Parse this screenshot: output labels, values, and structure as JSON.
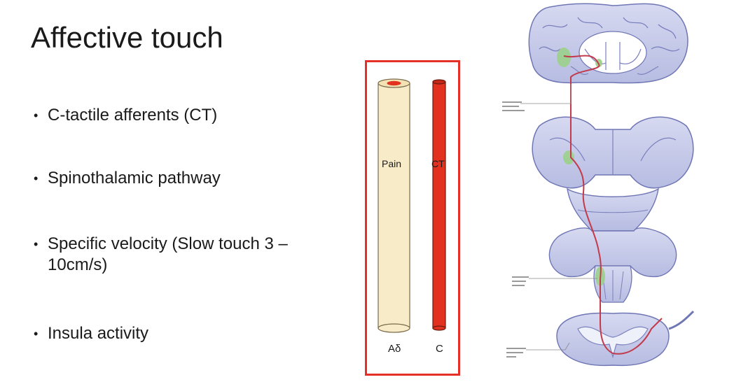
{
  "slide": {
    "title": "Affective touch",
    "bullets": [
      {
        "text": "C-tactile afferents (CT)"
      },
      {
        "text": "Spinothalamic pathway"
      },
      {
        "text": "Specific velocity (Slow touch 3 – 10cm/s)"
      },
      {
        "text": "Insula activity"
      }
    ]
  },
  "fibers": {
    "pain_label": "Pain",
    "ct_label": "CT",
    "pain_fiber_type": "Aδ",
    "ct_fiber_type": "C"
  },
  "colors": {
    "highlight_border": "#e53028",
    "pain_fiber": "#f8ecc8",
    "ct_fiber": "#e2321f",
    "anatomy_fill": "#c7cbe8",
    "anatomy_stroke": "#6f76b4",
    "pathway": "#c23a4b",
    "nucleus": "#9bd08a"
  },
  "icons": {
    "fiber_box": "fiber-diagram",
    "anatomy": "brain-spinal-cord-pathway-illustration"
  }
}
